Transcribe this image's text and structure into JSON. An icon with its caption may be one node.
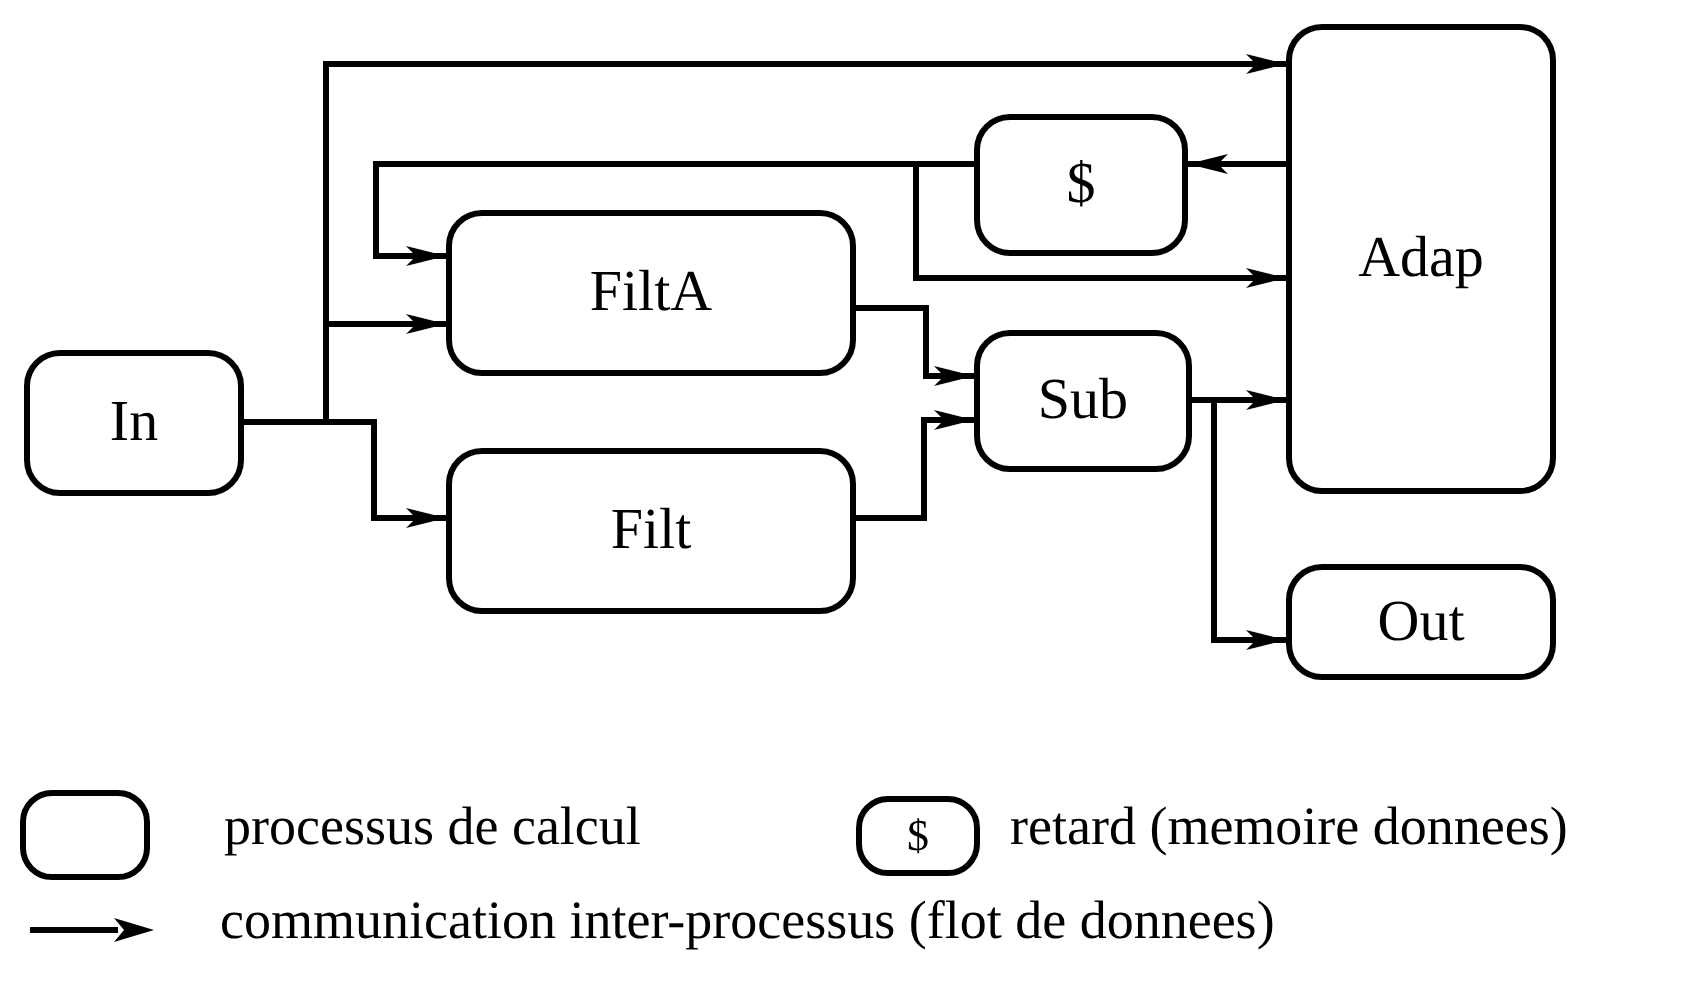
{
  "diagram": {
    "nodes": [
      {
        "text": [
          "In"
        ]
      },
      {
        "text": [
          "FiltA"
        ]
      },
      {
        "text": [
          "Filt"
        ]
      },
      {
        "text": [
          "$"
        ]
      },
      {
        "text": [
          "Sub"
        ]
      },
      {
        "text": [
          "Adap"
        ]
      },
      {
        "text": [
          "Out"
        ]
      }
    ],
    "edges": [
      {
        "from": 0,
        "to": 5,
        "arrow": "to"
      },
      {
        "from": 0,
        "to": 1,
        "arrow": "to"
      },
      {
        "from": 0,
        "to": 2,
        "arrow": "to"
      },
      {
        "from": 5,
        "to": 3,
        "arrow": "to"
      },
      {
        "from": 3,
        "to": 1,
        "arrow": "to"
      },
      {
        "from": 3,
        "to": 5,
        "arrow": "to"
      },
      {
        "from": 1,
        "to": 4,
        "arrow": "to"
      },
      {
        "from": 2,
        "to": 4,
        "arrow": "to"
      },
      {
        "from": 4,
        "to": 5,
        "arrow": "to"
      },
      {
        "from": 4,
        "to": 6,
        "arrow": "to"
      }
    ],
    "labels": [
      "$"
    ],
    "legend": [
      {
        "text": "processus de calcul"
      },
      {
        "text": "retard (memoire donnees)"
      },
      {
        "text": "communication inter-processus (flot de donnees)"
      }
    ]
  }
}
